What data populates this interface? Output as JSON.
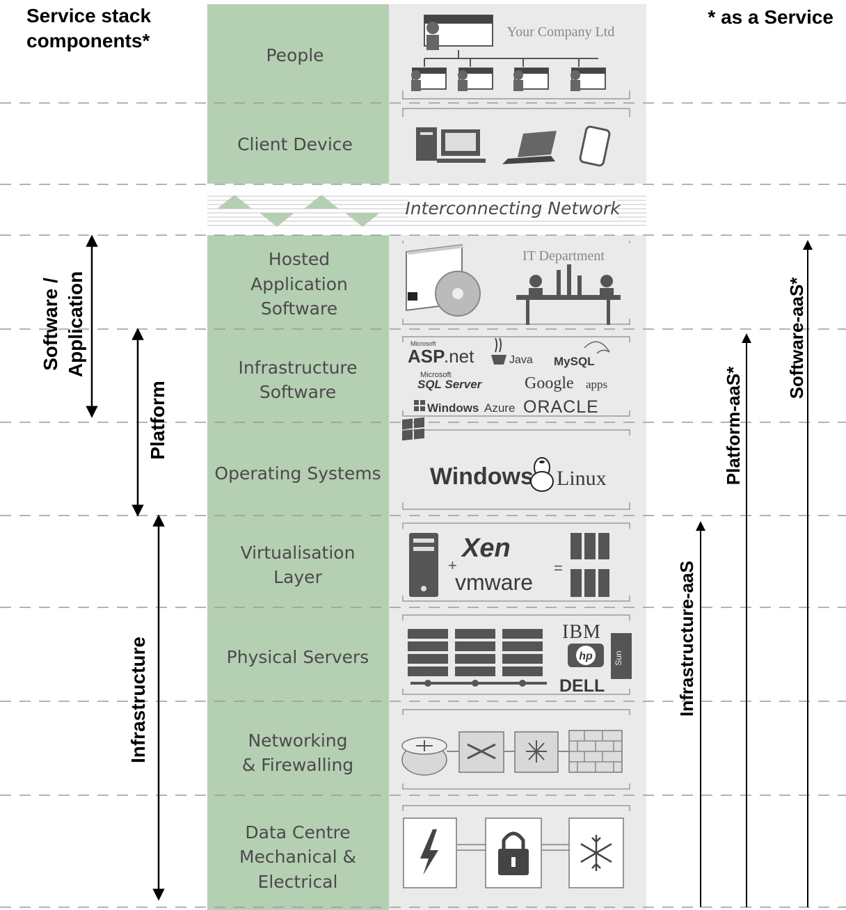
{
  "header": {
    "left_line1": "Service stack",
    "left_line2": "components*",
    "right": "* as a Service"
  },
  "layers": [
    {
      "id": "people",
      "lines": [
        "People"
      ]
    },
    {
      "id": "client-device",
      "lines": [
        "Client Device"
      ]
    },
    {
      "id": "hosted-application-software",
      "lines": [
        "Hosted",
        "Application",
        "Software"
      ]
    },
    {
      "id": "infrastructure-software",
      "lines": [
        "Infrastructure",
        "Software"
      ]
    },
    {
      "id": "operating-systems",
      "lines": [
        "Operating Systems"
      ]
    },
    {
      "id": "virtualisation-layer",
      "lines": [
        "Virtualisation",
        "Layer"
      ]
    },
    {
      "id": "physical-servers",
      "lines": [
        "Physical Servers"
      ]
    },
    {
      "id": "networking-firewalling",
      "lines": [
        "Networking",
        "& Firewalling"
      ]
    },
    {
      "id": "data-centre",
      "lines": [
        "Data Centre",
        "Mechanical &",
        "Electrical"
      ]
    }
  ],
  "network_label": "Interconnecting Network",
  "labels": {
    "company": "Your Company Ltd",
    "it_department": "IT Department"
  },
  "logos": {
    "microsoft_small": "Microsoft",
    "asp": "ASP",
    "asp_net": ".net",
    "java": "Java",
    "mysql": "MySQL",
    "sql_line1": "Microsoft",
    "sql_line2": "SQL Server",
    "google": "Google",
    "google_apps": "apps",
    "windows_small": "Windows",
    "azure": "Azure",
    "oracle": "ORACLE",
    "windows": "Windows",
    "linux": "Linux",
    "xen": "Xen",
    "vmware": "vmware",
    "ibm": "IBM",
    "hp": "hp",
    "sun": "Sun",
    "dell": "DELL"
  },
  "left_ranges": {
    "software": [
      "Software /",
      "Application"
    ],
    "platform": "Platform",
    "infrastructure": "Infrastructure"
  },
  "right_ranges": {
    "iaas": "Infrastructure-aaS",
    "paas": "Platform-aaS*",
    "saas": "Software-aaS*"
  },
  "colors": {
    "green_panel": "#b5cfb3",
    "grey_panel": "#eaeaea",
    "dash_line": "#9a9a9a",
    "triangle": "#b5cfb3"
  }
}
